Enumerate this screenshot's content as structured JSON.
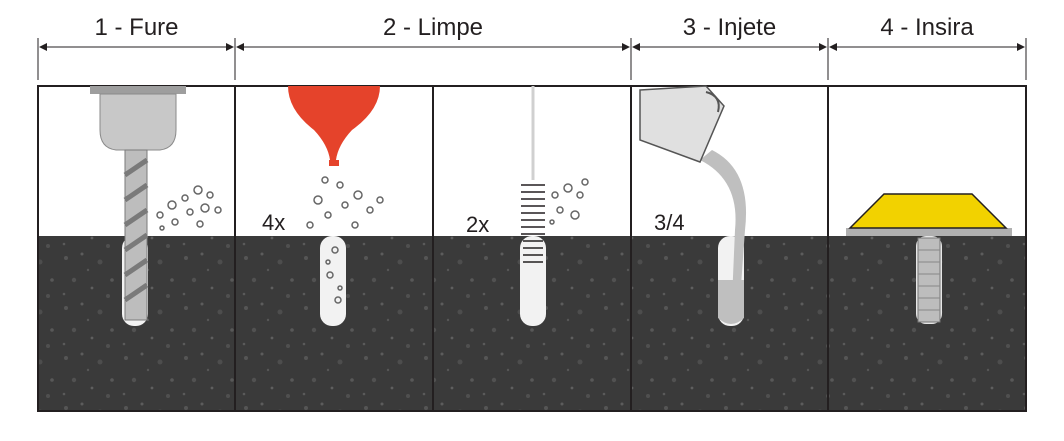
{
  "steps": [
    {
      "label": "1 - Fure"
    },
    {
      "label": "2 - Limpe"
    },
    {
      "label": "3 - Injete"
    },
    {
      "label": "4 - Insira"
    }
  ],
  "panel_notes": {
    "blow_count": "4x",
    "brush_count": "2x",
    "fill_fraction": "3/4"
  },
  "colors": {
    "ground": "#3a3a3a",
    "outline": "#231f20",
    "blower": "#e5432b",
    "marker": "#f2d200",
    "drill": "#bdbdbd",
    "hole": "#f2f2f2",
    "adhesive": "#bfbfbf"
  },
  "icons": [
    "drill-icon",
    "blower-bulb-icon",
    "brush-icon",
    "pouring-jug-icon",
    "road-marker-icon"
  ]
}
